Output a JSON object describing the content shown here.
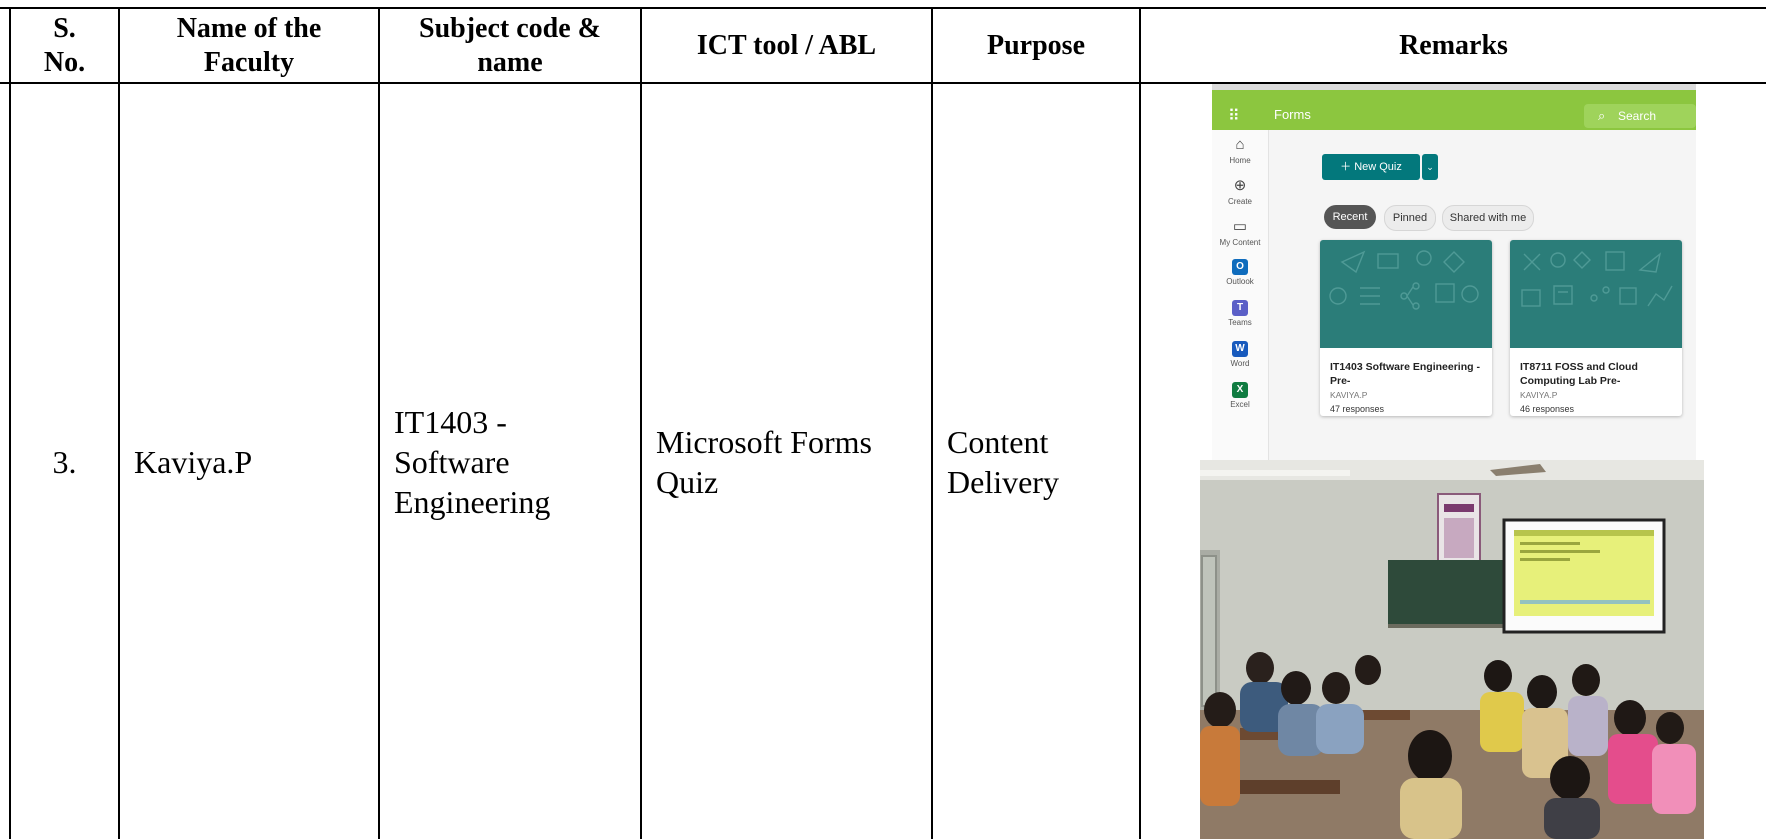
{
  "table": {
    "headers": {
      "sno": [
        "S.",
        "No."
      ],
      "faculty": [
        "Name of the",
        "Faculty"
      ],
      "subject": [
        "Subject code &",
        "name"
      ],
      "tool": "ICT tool / ABL",
      "purpose": "Purpose",
      "remarks": "Remarks"
    },
    "row": {
      "sno": "3.",
      "faculty": "Kaviya.P",
      "subject": [
        "IT1403 -",
        "Software",
        "Engineering"
      ],
      "tool": [
        "Microsoft Forms",
        "Quiz"
      ],
      "purpose": [
        "Content",
        "Delivery"
      ]
    }
  },
  "forms_screenshot": {
    "app_title": "Forms",
    "search_placeholder": "Search",
    "rail": [
      {
        "label": "Home",
        "icon": "home-icon"
      },
      {
        "label": "Create",
        "icon": "plus-circle-icon"
      },
      {
        "label": "My Content",
        "icon": "folder-icon"
      },
      {
        "label": "Outlook",
        "icon": "outlook-icon"
      },
      {
        "label": "Teams",
        "icon": "teams-icon"
      },
      {
        "label": "Word",
        "icon": "word-icon"
      },
      {
        "label": "Excel",
        "icon": "excel-icon"
      }
    ],
    "new_quiz_label": "New Quiz",
    "filters": [
      "Recent",
      "Pinned",
      "Shared with me"
    ],
    "cards": [
      {
        "title": "IT1403 Software Engineering - Pre-",
        "owner": "KAVIYA.P",
        "responses": "47 responses"
      },
      {
        "title": "IT8711 FOSS and Cloud Computing Lab Pre-",
        "owner": "KAVIYA.P",
        "responses": "46 responses"
      }
    ],
    "colors": {
      "header_bar": "#8cc63f",
      "accent": "#03787c",
      "thumb": "#2b7d79"
    }
  }
}
